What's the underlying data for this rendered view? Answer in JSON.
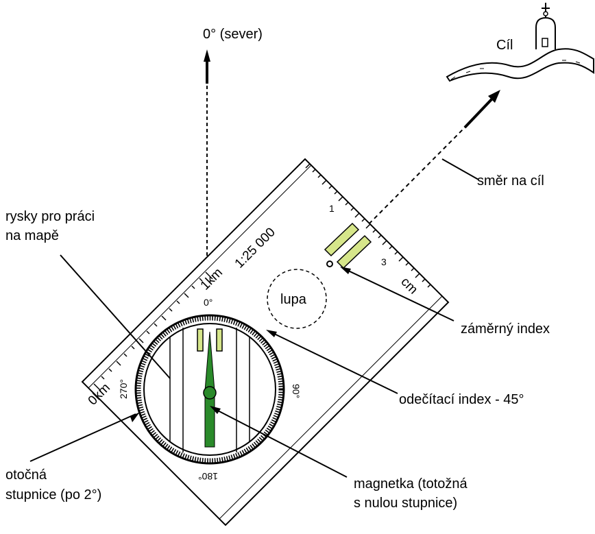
{
  "labels": {
    "north": "0° (sever)",
    "target": "Cíl",
    "direction_to_target": "směr na cíl",
    "map_lines_line1": "rysky pro práci",
    "map_lines_line2": "na mapě",
    "magnifier": "lupa",
    "sighting_index": "záměrný index",
    "reading_index": "odečítací index - 45°",
    "needle_line1": "magnetka (totožná",
    "needle_line2": "s nulou stupnice)",
    "dial_line1": "otočná",
    "dial_line2": "stupnice (po 2°)"
  },
  "baseplate": {
    "scale_ratio": "1:25 000",
    "km_zero": "0km",
    "km_one": "1km",
    "cm_label": "cm",
    "cm_ticks": [
      "1",
      "3"
    ]
  },
  "dial": {
    "deg_0": "0°",
    "deg_90": "90°",
    "deg_180": "180°",
    "deg_270": "270°"
  },
  "colors": {
    "needle_north": "#2a8a2a",
    "index_marks": "#d6e68a",
    "ink": "#000000"
  }
}
